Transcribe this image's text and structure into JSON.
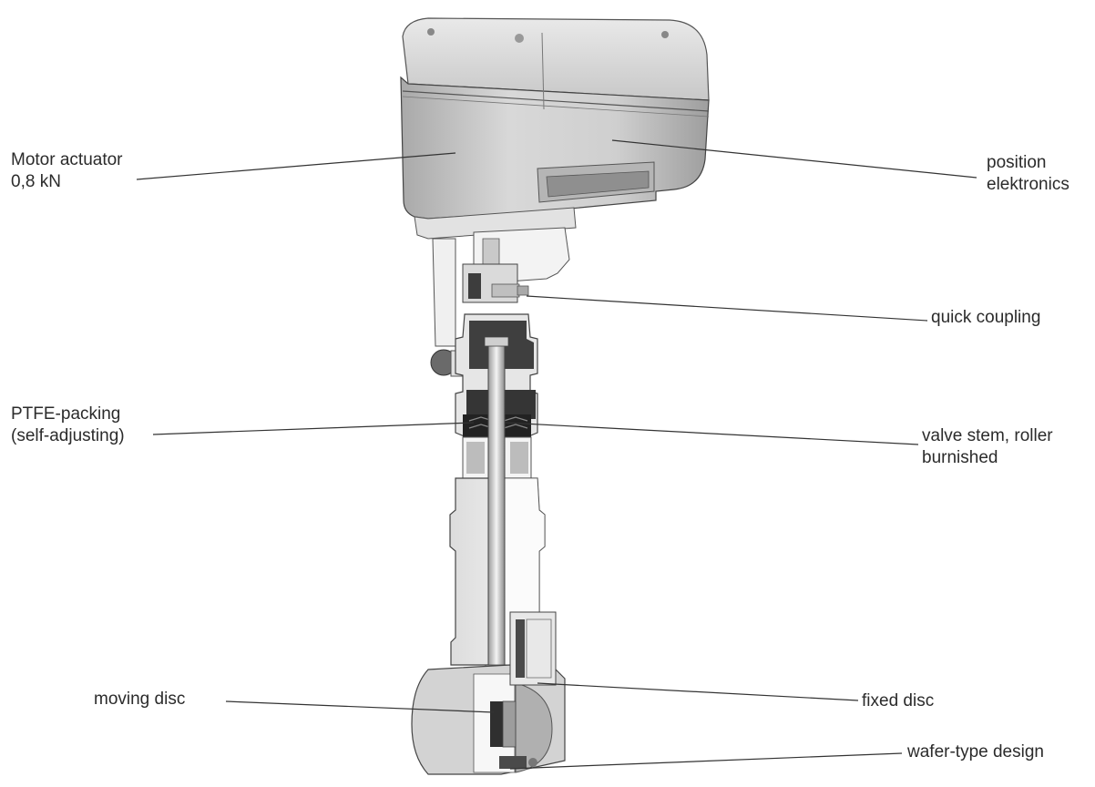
{
  "labels": {
    "motor_actuator": [
      "Motor actuator",
      "0,8 kN"
    ],
    "position_electronics": [
      "position",
      "elektronics"
    ],
    "quick_coupling": [
      "quick coupling"
    ],
    "ptfe_packing": [
      "PTFE-packing",
      "(self-adjusting)"
    ],
    "valve_stem": [
      "valve stem, roller",
      "burnished"
    ],
    "moving_disc": [
      "moving disc"
    ],
    "fixed_disc": [
      "fixed disc"
    ],
    "wafer_type": [
      "wafer-type design"
    ]
  },
  "colors": {
    "text": "#2b2b2b",
    "leader_line": "#333333",
    "metal_light": "#f2f2f2",
    "metal_mid": "#bdbdbd",
    "metal_dark": "#4a4a4a",
    "housing": "#cfcfcf"
  }
}
